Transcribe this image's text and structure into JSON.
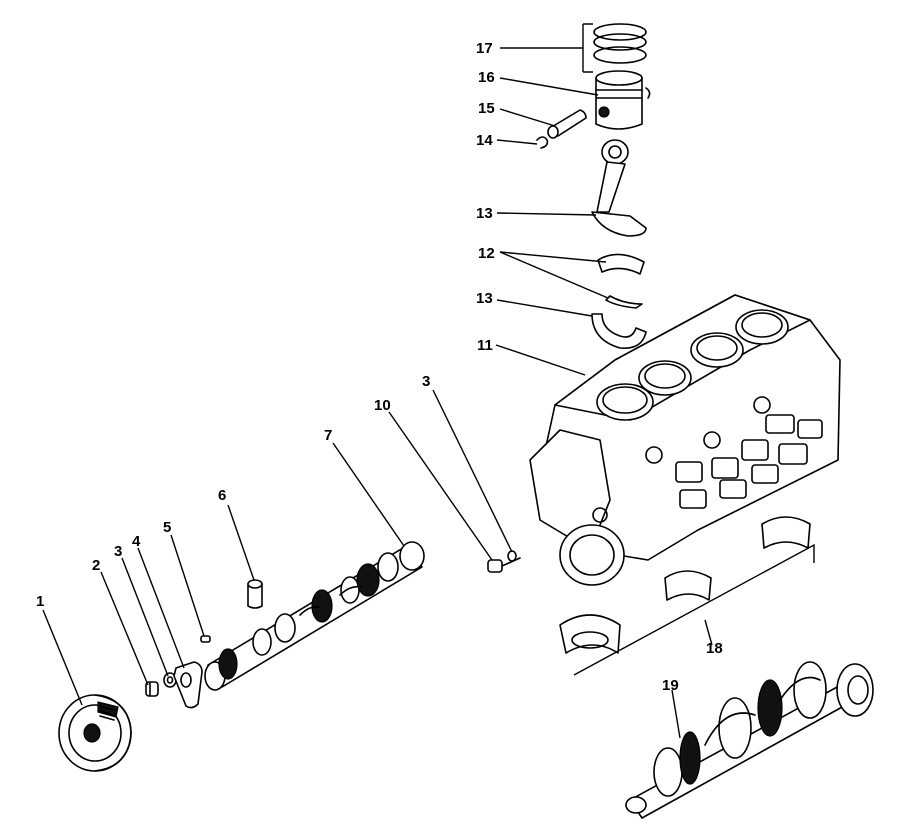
{
  "diagram": {
    "labels": {
      "l1": "1",
      "l2": "2",
      "l3a": "3",
      "l4": "4",
      "l5": "5",
      "l6": "6",
      "l7": "7",
      "l10": "10",
      "l3b": "3",
      "l11": "11",
      "l12": "12",
      "l13a": "13",
      "l13b": "13",
      "l14": "14",
      "l15": "15",
      "l16": "16",
      "l17": "17",
      "l18": "18",
      "l19": "19"
    }
  }
}
